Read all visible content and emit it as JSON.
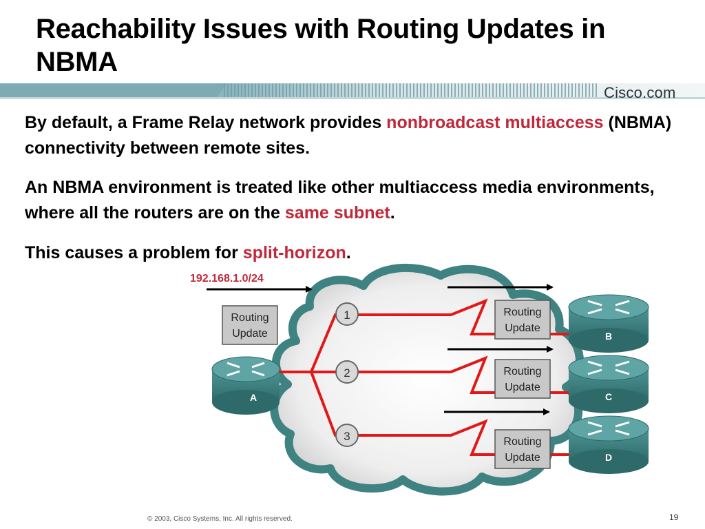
{
  "slide": {
    "title": "Reachability Issues with Routing Updates in NBMA",
    "brand": "Cisco.com",
    "footer": "© 2003, Cisco Systems, Inc. All rights reserved.",
    "page_number": "19"
  },
  "body": {
    "p1": {
      "t1": "By default, a Frame Relay network provides ",
      "h1": "nonbroadcast multiaccess",
      "t2": " (NBMA) connectivity between remote sites."
    },
    "p2": {
      "t1": "An NBMA environment is treated like other multiaccess media environments, where all the routers are on the ",
      "h1": "same subnet",
      "t2": "."
    },
    "p3": {
      "t1": "This causes a problem for ",
      "h1": "split-horizon",
      "t2": "."
    }
  },
  "diagram": {
    "subnet_label": "192.168.1.0/24",
    "update_box": {
      "line1": "Routing",
      "line2": "Update"
    },
    "circuits": [
      "1",
      "2",
      "3"
    ],
    "routers": {
      "a": "A",
      "b": "B",
      "c": "C",
      "d": "D"
    },
    "colors": {
      "highlight": "#c0283a",
      "link": "#e01818",
      "router": "#3f8080",
      "box": "#c8c8c8"
    }
  }
}
